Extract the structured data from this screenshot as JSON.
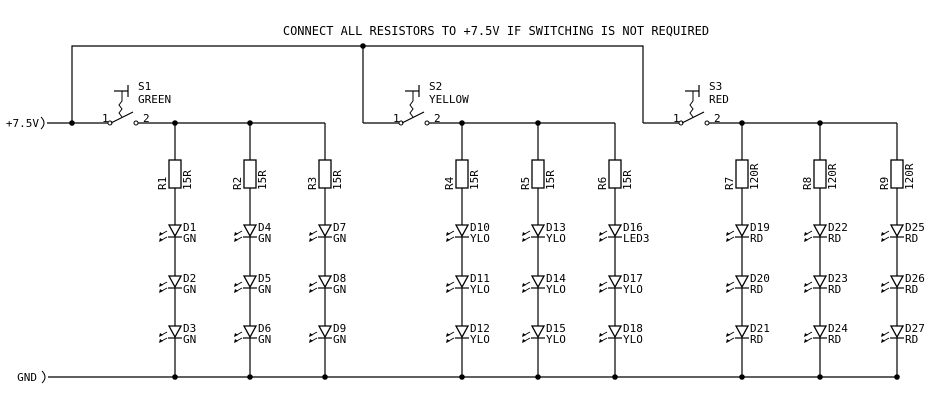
{
  "note": "CONNECT ALL RESISTORS TO +7.5V IF SWITCHING IS NOT REQUIRED",
  "supply_label": "+7.5V",
  "ground_label": "GND",
  "switch_pin_1": "1",
  "switch_pin_2": "2",
  "groups": [
    {
      "switch": {
        "ref": "S1",
        "label": "GREEN"
      },
      "columns": [
        {
          "resistor": {
            "ref": "R1",
            "value": "15R"
          },
          "leds": [
            {
              "ref": "D1",
              "label": "GN"
            },
            {
              "ref": "D2",
              "label": "GN"
            },
            {
              "ref": "D3",
              "label": "GN"
            }
          ]
        },
        {
          "resistor": {
            "ref": "R2",
            "value": "15R"
          },
          "leds": [
            {
              "ref": "D4",
              "label": "GN"
            },
            {
              "ref": "D5",
              "label": "GN"
            },
            {
              "ref": "D6",
              "label": "GN"
            }
          ]
        },
        {
          "resistor": {
            "ref": "R3",
            "value": "15R"
          },
          "leds": [
            {
              "ref": "D7",
              "label": "GN"
            },
            {
              "ref": "D8",
              "label": "GN"
            },
            {
              "ref": "D9",
              "label": "GN"
            }
          ]
        }
      ]
    },
    {
      "switch": {
        "ref": "S2",
        "label": "YELLOW"
      },
      "columns": [
        {
          "resistor": {
            "ref": "R4",
            "value": "15R"
          },
          "leds": [
            {
              "ref": "D10",
              "label": "YLO"
            },
            {
              "ref": "D11",
              "label": "YLO"
            },
            {
              "ref": "D12",
              "label": "YLO"
            }
          ]
        },
        {
          "resistor": {
            "ref": "R5",
            "value": "15R"
          },
          "leds": [
            {
              "ref": "D13",
              "label": "YLO"
            },
            {
              "ref": "D14",
              "label": "YLO"
            },
            {
              "ref": "D15",
              "label": "YLO"
            }
          ]
        },
        {
          "resistor": {
            "ref": "R6",
            "value": "15R"
          },
          "leds": [
            {
              "ref": "D16",
              "label": "LED3"
            },
            {
              "ref": "D17",
              "label": "YLO"
            },
            {
              "ref": "D18",
              "label": "YLO"
            }
          ]
        }
      ]
    },
    {
      "switch": {
        "ref": "S3",
        "label": "RED"
      },
      "columns": [
        {
          "resistor": {
            "ref": "R7",
            "value": "120R"
          },
          "leds": [
            {
              "ref": "D19",
              "label": "RD"
            },
            {
              "ref": "D20",
              "label": "RD"
            },
            {
              "ref": "D21",
              "label": "RD"
            }
          ]
        },
        {
          "resistor": {
            "ref": "R8",
            "value": "120R"
          },
          "leds": [
            {
              "ref": "D22",
              "label": "RD"
            },
            {
              "ref": "D23",
              "label": "RD"
            },
            {
              "ref": "D24",
              "label": "RD"
            }
          ]
        },
        {
          "resistor": {
            "ref": "R9",
            "value": "120R"
          },
          "leds": [
            {
              "ref": "D25",
              "label": "RD"
            },
            {
              "ref": "D26",
              "label": "RD"
            },
            {
              "ref": "D27",
              "label": "RD"
            }
          ]
        }
      ]
    }
  ]
}
